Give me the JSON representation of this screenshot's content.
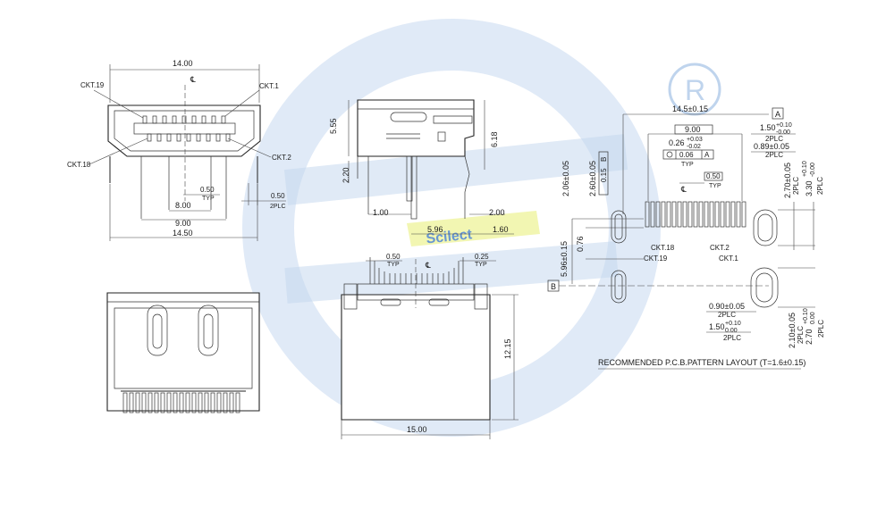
{
  "watermark": {
    "text": "Scilect",
    "registered_mark": "R",
    "color_ring": "#1f63b8",
    "color_accent": "#e8ef7d"
  },
  "front_view": {
    "overall_width": "14.00",
    "label_ckt19": "CKT.19",
    "label_ckt1": "CKT.1",
    "label_ckt18": "CKT.18",
    "label_ckt2": "CKT.2",
    "centerline": "℄",
    "pitch": "0.50",
    "pitch_note": "TYP",
    "tail_width": "0.50",
    "tail_note": "2PLC",
    "dim_8": "8.00",
    "dim_9": "9.00",
    "dim_1450": "14.50"
  },
  "side_view": {
    "height_555": "5.55",
    "height_618": "6.18",
    "height_220": "2.20",
    "dim_100": "1.00",
    "dim_200": "2.00",
    "dim_596": "5.96",
    "dim_160": "1.60"
  },
  "top_view": {
    "pitch_left": "0.50",
    "pitch_left_note": "TYP",
    "pitch_right": "0.25",
    "pitch_right_note": "TYP",
    "centerline": "℄",
    "height": "12.15",
    "width": "15.00"
  },
  "pcb_layout": {
    "overall": "14.5±0.15",
    "datum_a": "A",
    "datum_b": "B",
    "dim_900": "9.00",
    "pad_width": "0.26",
    "pad_width_tol_plus": "+0.03",
    "pad_width_tol_minus": "-0.02",
    "pad_note": "TYP",
    "position_tol": "0.06",
    "position_datum": "A",
    "pitch": "0.50",
    "pitch_note": "TYP",
    "v_206": "2.06±0.05",
    "v_260": "2.60±0.05",
    "v_tol_015": "0.15",
    "v_tol_datum": "B",
    "v_076": "0.76",
    "v_596": "5.96±0.15",
    "slot_w_150": "1.50",
    "slot_w_150_tol_plus": "+0.10",
    "slot_w_150_tol_minus": "-0.00",
    "slot_w_150_note": "2PLC",
    "slot_089": "0.89±0.05",
    "slot_089_note": "2PLC",
    "slot_h_270": "2.70±0.05",
    "slot_h_270_note": "2PLC",
    "slot_h_330": "3.30",
    "slot_h_330_tol_plus": "+0.10",
    "slot_h_330_tol_minus": "-0.00",
    "slot_h_330_note": "2PLC",
    "label_ckt18": "CKT.18",
    "label_ckt19": "CKT.19",
    "label_ckt2": "CKT.2",
    "label_ckt1": "CKT.1",
    "lower_090": "0.90±0.05",
    "lower_090_note": "2PLC",
    "lower_150": "1.50",
    "lower_150_tol_plus": "+0.10",
    "lower_150_tol_minus": "0.00",
    "lower_150_note": "2PLC",
    "lower_210": "2.10±0.05",
    "lower_210_note": "2PLC",
    "lower_270": "2.70",
    "lower_270_tol_plus": "+0.10",
    "lower_270_tol_minus": "0.00",
    "lower_270_note": "2PLC",
    "caption": "RECOMMENDED P.C.B.PATTERN LAYOUT (T=1.6±0.15)"
  }
}
